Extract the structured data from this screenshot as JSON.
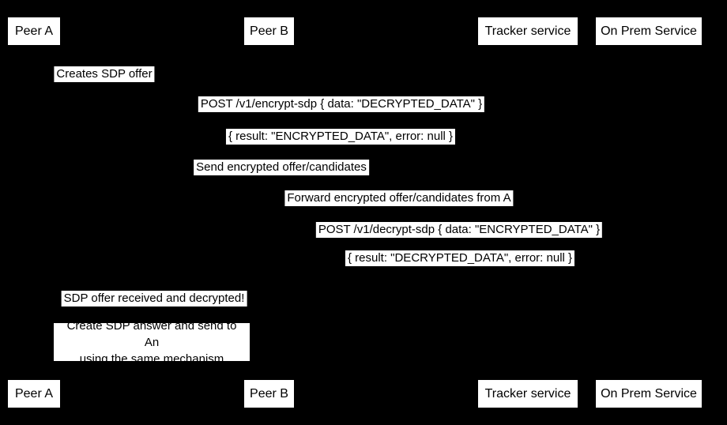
{
  "colors": {
    "background": "#000000",
    "box_background": "#ffffff",
    "box_text": "#000000"
  },
  "diagram": {
    "actors": [
      {
        "label": "Peer A"
      },
      {
        "label": "Peer B"
      },
      {
        "label": "Tracker service"
      },
      {
        "label": "On Prem Service"
      }
    ],
    "messages": [
      {
        "text": "Creates SDP offer"
      },
      {
        "text": "POST /v1/encrypt-sdp { data: \"DECRYPTED_DATA\" }"
      },
      {
        "text": "{ result: \"ENCRYPTED_DATA\", error: null }"
      },
      {
        "text": "Send encrypted offer/candidates"
      },
      {
        "text": "Forward encrypted offer/candidates from A"
      },
      {
        "text": "POST /v1/decrypt-sdp { data: \"ENCRYPTED_DATA\" }"
      },
      {
        "text": "{ result: \"DECRYPTED_DATA\", error: null }"
      },
      {
        "text": "SDP offer received and decrypted!"
      }
    ],
    "note": {
      "line1": "Create SDP answer and send to An",
      "line2": "using the same mechanism"
    }
  }
}
